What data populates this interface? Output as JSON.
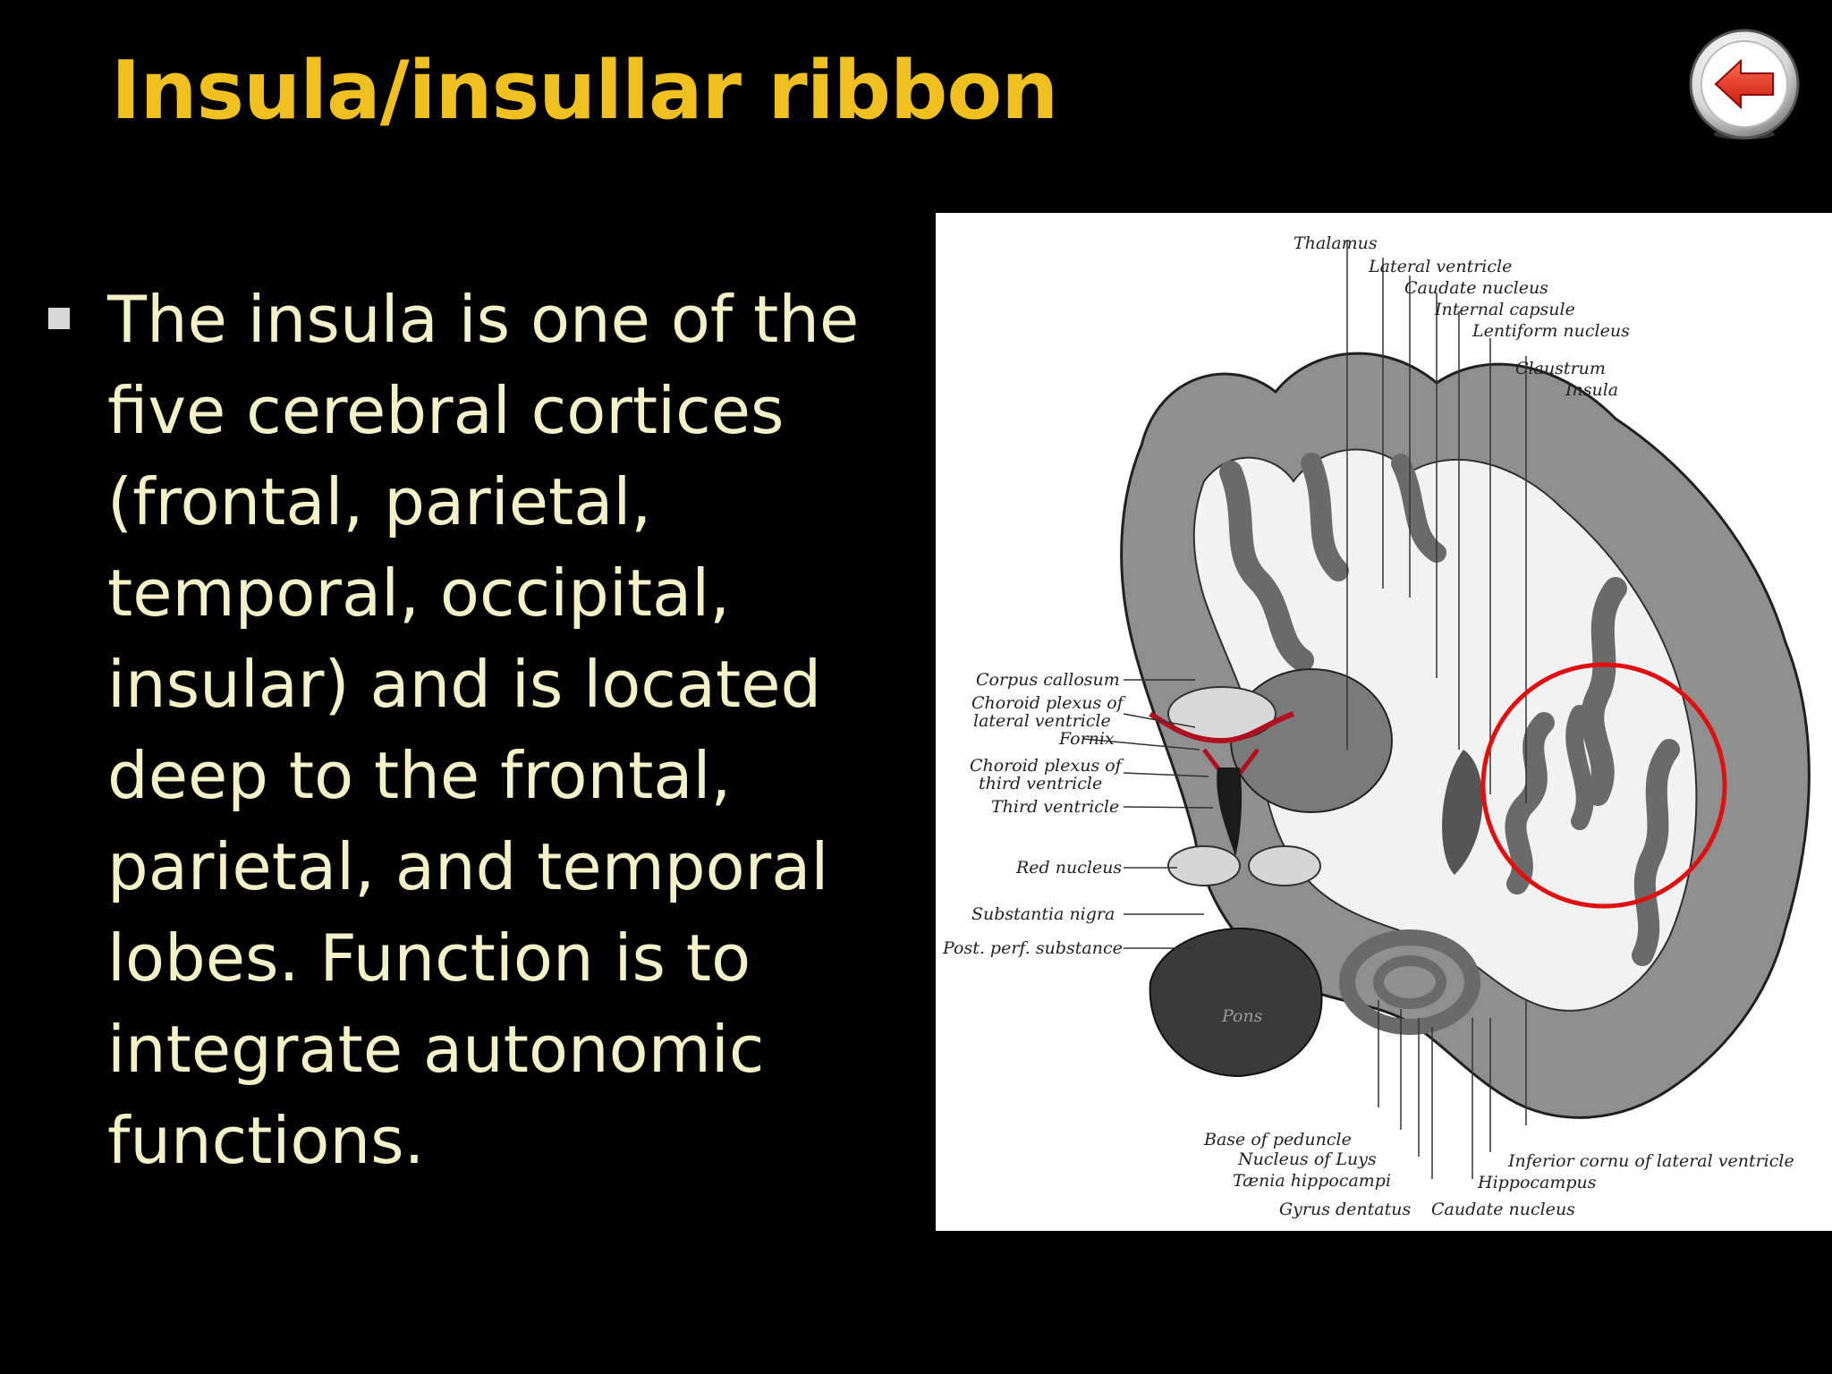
{
  "slide": {
    "title": "Insula/insullar ribbon",
    "body": "The insula is one of the five cerebral cortices (frontal, parietal, temporal, occipital, insular) and is located deep to the frontal, parietal, and temporal lobes. Function is to integrate autonomic functions."
  },
  "figure": {
    "labels": {
      "thalamus": "Thalamus",
      "lateral_ventricle": "Lateral ventricle",
      "caudate_nucleus_top": "Caudate nucleus",
      "internal_capsule": "Internal capsule",
      "lentiform_nucleus": "Lentiform nucleus",
      "claustrum": "Claustrum",
      "insula": "Insula",
      "corpus_callosum": "Corpus callosum",
      "choroid_plexus_lateral_1": "Choroid plexus of",
      "choroid_plexus_lateral_2": "lateral ventricle",
      "fornix": "Fornix",
      "choroid_plexus_third_1": "Choroid plexus of",
      "choroid_plexus_third_2": "third ventricle",
      "third_ventricle": "Third ventricle",
      "red_nucleus": "Red nucleus",
      "substantia_nigra": "Substantia nigra",
      "post_perf_substance": "Post. perf. substance",
      "pons": "Pons",
      "base_of_peduncle": "Base of peduncle",
      "nucleus_of_luys": "Nucleus of Luys",
      "taenia_hippocampi": "Tænia hippocampi",
      "gyrus_dentatus": "Gyrus dentatus",
      "caudate_nucleus_bottom": "Caudate nucleus",
      "inferior_cornu": "Inferior cornu of lateral ventricle",
      "hippocampus": "Hippocampus"
    }
  },
  "colors": {
    "background": "#000000",
    "title": "#f0c020",
    "body_text": "#f4f0c8",
    "highlight_circle": "#e01010",
    "choroid": "#b01020"
  },
  "icons": {
    "back_button": "back-arrow-icon",
    "bullet": "square-bullet-icon"
  }
}
